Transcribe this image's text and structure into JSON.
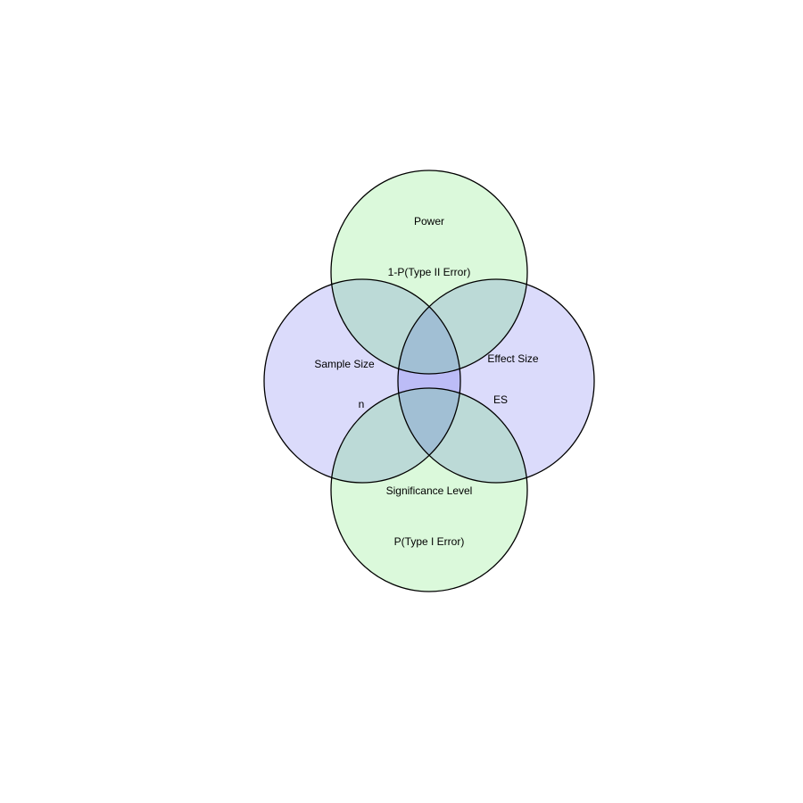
{
  "diagram": {
    "colors": {
      "purple_fill": "#dcdcfa",
      "green_fill": "#dcfadc",
      "outline": "#000000",
      "background": "#ffffff"
    },
    "circles": [
      {
        "id": "power",
        "fill": "green",
        "title": "Power",
        "subtitle": "1-P(Type II Error)"
      },
      {
        "id": "sample-size",
        "fill": "purple",
        "title": "Sample Size",
        "subtitle": "n"
      },
      {
        "id": "effect-size",
        "fill": "purple",
        "title": "Effect Size",
        "subtitle": "ES"
      },
      {
        "id": "significance-level",
        "fill": "green",
        "title": "Significance Level",
        "subtitle": "P(Type I Error)"
      }
    ]
  }
}
